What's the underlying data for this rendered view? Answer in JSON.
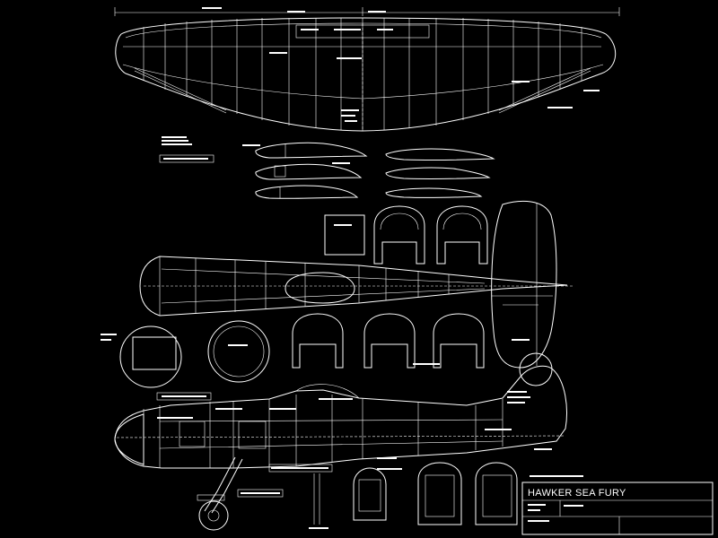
{
  "drawing": {
    "title": "HAWKER SEA FURY",
    "background": "#000000",
    "line_color": "#ffffff"
  },
  "components": [
    {
      "name": "wing-planform"
    },
    {
      "name": "wing-rib-templates",
      "count": 6
    },
    {
      "name": "fuselage-top-view"
    },
    {
      "name": "vertical-fin-and-rudder"
    },
    {
      "name": "fuselage-formers",
      "count": 12
    },
    {
      "name": "fuselage-side-view"
    },
    {
      "name": "landing-gear"
    },
    {
      "name": "title-block"
    }
  ]
}
